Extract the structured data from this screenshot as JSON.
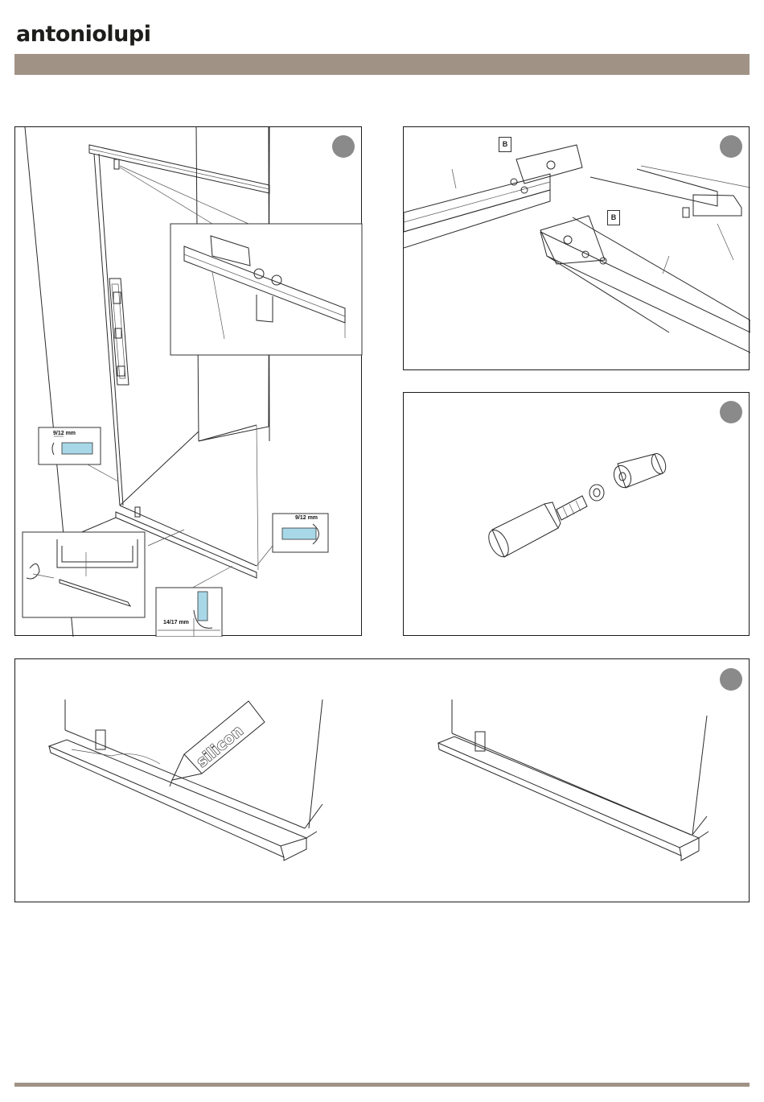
{
  "brand": {
    "name": "antoniolupi"
  },
  "colors": {
    "band": "#a09386",
    "badge": "#8a8a8a",
    "glass": "#a8d8e8"
  },
  "panel_1": {
    "detail_top_dim": "9/12 mm",
    "detail_right_dim": "9/12 mm",
    "detail_bottom_dim": "14/17 mm"
  },
  "panel_2": {
    "marker_left": "B",
    "marker_right": "B"
  },
  "panel_4": {
    "tube_label": "silicon"
  }
}
